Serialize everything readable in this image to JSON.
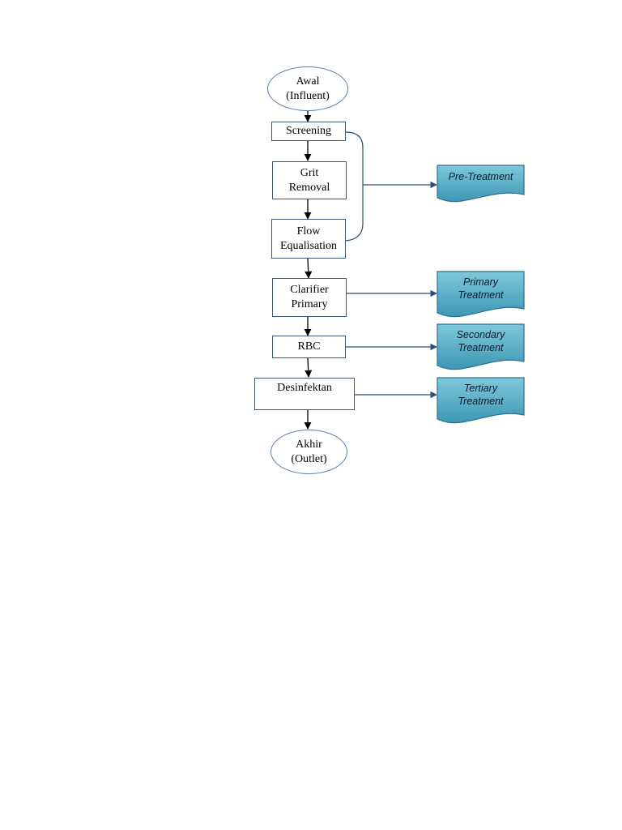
{
  "flow": {
    "start": "Awal\n(Influent)",
    "screening": "Screening",
    "grit": "Grit\nRemoval",
    "flow_eq": "Flow\nEqualisation",
    "clarifier": "Clarifier\nPrimary",
    "rbc": "RBC",
    "desinfektan": "Desinfektan",
    "end": "Akhir\n(Outlet)"
  },
  "stages": {
    "pre": "Pre-Treatment",
    "primary": "Primary\nTreatment",
    "secondary": "Secondary\nTreatment",
    "tertiary": "Tertiary\nTreatment"
  },
  "colors": {
    "stage_fill_top": "#7ec8dc",
    "stage_fill_bottom": "#3d97b4",
    "stage_border": "#2e6f8c",
    "box_border": "#3b5a7a",
    "arrow": "#000000",
    "connector": "#2f4f6f"
  }
}
